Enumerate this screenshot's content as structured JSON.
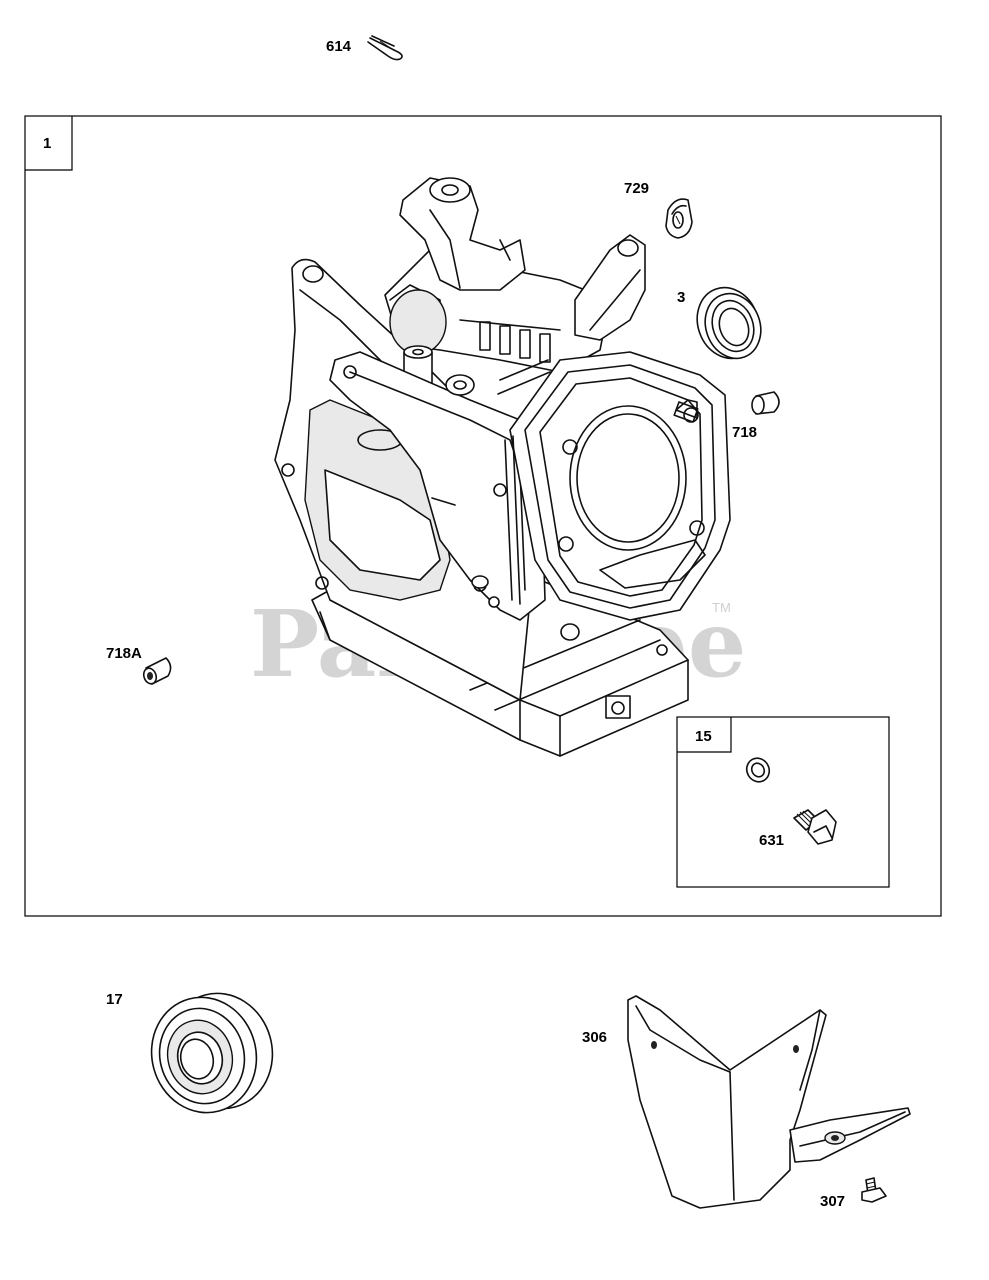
{
  "watermark": {
    "text": "PartsTree",
    "trademark": "TM"
  },
  "boxes": {
    "main": {
      "label": "1"
    },
    "sub": {
      "label": "15"
    }
  },
  "callouts": {
    "c614": "614",
    "c729": "729",
    "c3": "3",
    "c718": "718",
    "c718a": "718A",
    "c631": "631",
    "c17": "17",
    "c306": "306",
    "c307": "307"
  }
}
